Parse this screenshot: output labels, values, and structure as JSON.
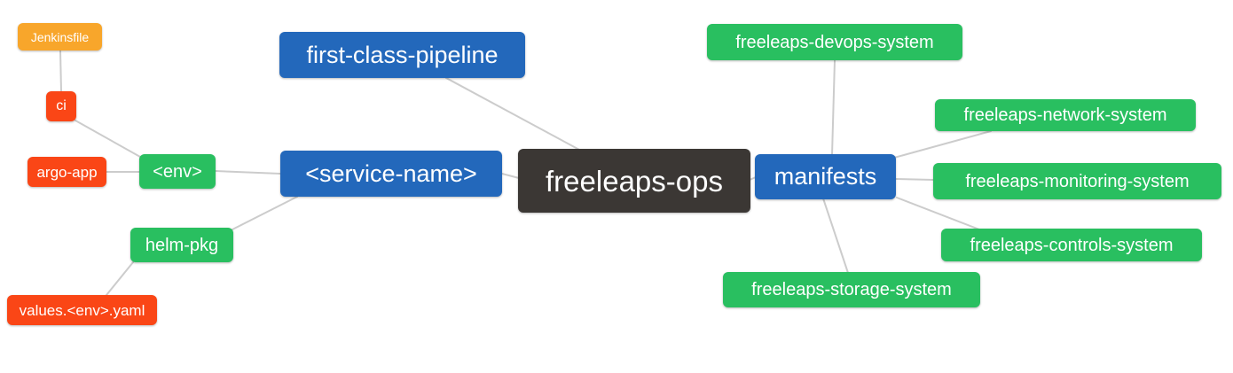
{
  "diagram": {
    "type": "mindmap",
    "background": "#ffffff",
    "colors": {
      "blue": "#2368bb",
      "green": "#29bf60",
      "red": "#fa4616",
      "orange": "#f8a62b",
      "dark": "#3b3734",
      "line": "#cccccc",
      "text": "#ffffff"
    },
    "nodes": {
      "jenkinsfile": {
        "label": "Jenkinsfile",
        "color": "orange"
      },
      "ci": {
        "label": "ci",
        "color": "red"
      },
      "argo_app": {
        "label": "argo-app",
        "color": "red"
      },
      "env": {
        "label": "<env>",
        "color": "green"
      },
      "helm_pkg": {
        "label": "helm-pkg",
        "color": "green"
      },
      "values_yaml": {
        "label": "values.<env>.yaml",
        "color": "red"
      },
      "first_class_pipeline": {
        "label": "first-class-pipeline",
        "color": "blue"
      },
      "service_name": {
        "label": "<service-name>",
        "color": "blue"
      },
      "freeleaps_ops": {
        "label": "freeleaps-ops",
        "color": "dark"
      },
      "manifests": {
        "label": "manifests",
        "color": "blue"
      },
      "devops_system": {
        "label": "freeleaps-devops-system",
        "color": "green"
      },
      "network_system": {
        "label": "freeleaps-network-system",
        "color": "green"
      },
      "monitoring_system": {
        "label": "freeleaps-monitoring-system",
        "color": "green"
      },
      "controls_system": {
        "label": "freeleaps-controls-system",
        "color": "green"
      },
      "storage_system": {
        "label": "freeleaps-storage-system",
        "color": "green"
      }
    },
    "edges": [
      {
        "from": "jenkinsfile",
        "to": "ci"
      },
      {
        "from": "ci",
        "to": "env"
      },
      {
        "from": "argo_app",
        "to": "env"
      },
      {
        "from": "env",
        "to": "service_name"
      },
      {
        "from": "helm_pkg",
        "to": "service_name"
      },
      {
        "from": "values_yaml",
        "to": "helm_pkg"
      },
      {
        "from": "first_class_pipeline",
        "to": "freeleaps_ops"
      },
      {
        "from": "service_name",
        "to": "freeleaps_ops"
      },
      {
        "from": "freeleaps_ops",
        "to": "manifests"
      },
      {
        "from": "manifests",
        "to": "devops_system"
      },
      {
        "from": "manifests",
        "to": "network_system"
      },
      {
        "from": "manifests",
        "to": "monitoring_system"
      },
      {
        "from": "manifests",
        "to": "controls_system"
      },
      {
        "from": "manifests",
        "to": "storage_system"
      }
    ]
  }
}
